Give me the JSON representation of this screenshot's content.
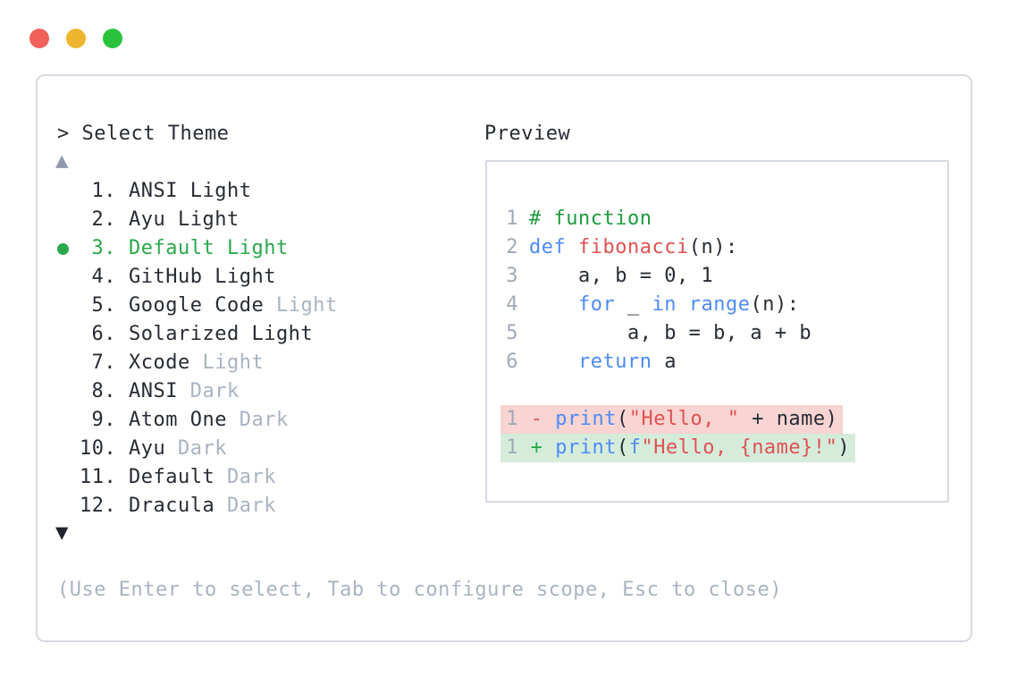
{
  "prompt": {
    "text": "> Select Theme"
  },
  "theme_list": {
    "scroll_up_icon": "▲",
    "scroll_down_icon": "▼",
    "items": [
      {
        "number": "1.",
        "label": "ANSI Light",
        "suffix": "",
        "selected": false
      },
      {
        "number": "2.",
        "label": "Ayu Light",
        "suffix": "",
        "selected": false
      },
      {
        "number": "3.",
        "label": "Default Light",
        "suffix": "",
        "selected": true
      },
      {
        "number": "4.",
        "label": "GitHub Light",
        "suffix": "",
        "selected": false
      },
      {
        "number": "5.",
        "label": "Google Code",
        "suffix": "Light",
        "selected": false
      },
      {
        "number": "6.",
        "label": "Solarized Light",
        "suffix": "",
        "selected": false
      },
      {
        "number": "7.",
        "label": "Xcode",
        "suffix": "Light",
        "selected": false
      },
      {
        "number": "8.",
        "label": "ANSI",
        "suffix": "Dark",
        "selected": false
      },
      {
        "number": "9.",
        "label": "Atom One",
        "suffix": "Dark",
        "selected": false
      },
      {
        "number": "10.",
        "label": "Ayu",
        "suffix": "Dark",
        "selected": false
      },
      {
        "number": "11.",
        "label": "Default",
        "suffix": "Dark",
        "selected": false
      },
      {
        "number": "12.",
        "label": "Dracula",
        "suffix": "Dark",
        "selected": false
      }
    ]
  },
  "preview": {
    "label": "Preview",
    "code_lines": [
      {
        "num": "1",
        "diff": null,
        "segments": [
          {
            "text": "# function",
            "color": "comment"
          }
        ]
      },
      {
        "num": "2",
        "diff": null,
        "segments": [
          {
            "text": "def",
            "color": "keyword"
          },
          {
            "text": " ",
            "color": "text"
          },
          {
            "text": "fibonacci",
            "color": "red"
          },
          {
            "text": "(n):",
            "color": "text"
          }
        ]
      },
      {
        "num": "3",
        "diff": null,
        "segments": [
          {
            "text": "    a, b = 0, 1",
            "color": "text"
          }
        ]
      },
      {
        "num": "4",
        "diff": null,
        "segments": [
          {
            "text": "    ",
            "color": "text"
          },
          {
            "text": "for",
            "color": "keyword"
          },
          {
            "text": " _ ",
            "color": "text"
          },
          {
            "text": "in",
            "color": "keyword"
          },
          {
            "text": " ",
            "color": "text"
          },
          {
            "text": "range",
            "color": "keyword"
          },
          {
            "text": "(n):",
            "color": "text"
          }
        ]
      },
      {
        "num": "5",
        "diff": null,
        "segments": [
          {
            "text": "        a, b = b, a + b",
            "color": "text"
          }
        ]
      },
      {
        "num": "6",
        "diff": null,
        "segments": [
          {
            "text": "    ",
            "color": "text"
          },
          {
            "text": "return",
            "color": "keyword"
          },
          {
            "text": " a",
            "color": "text"
          }
        ]
      },
      {
        "num": "",
        "diff": null,
        "segments": []
      },
      {
        "num": "1",
        "diff": "removed",
        "segments": [
          {
            "text": " - ",
            "color": "red"
          },
          {
            "text": "print",
            "color": "keyword"
          },
          {
            "text": "(",
            "color": "text"
          },
          {
            "text": "\"Hello, \"",
            "color": "red"
          },
          {
            "text": " + name)",
            "color": "text"
          }
        ]
      },
      {
        "num": "1",
        "diff": "added",
        "segments": [
          {
            "text": " + ",
            "color": "green"
          },
          {
            "text": "print",
            "color": "keyword"
          },
          {
            "text": "(",
            "color": "text"
          },
          {
            "text": "f",
            "color": "keyword"
          },
          {
            "text": "\"Hello, {name}!\"",
            "color": "red"
          },
          {
            "text": ")",
            "color": "text"
          }
        ]
      }
    ]
  },
  "footer": {
    "hint": "(Use Enter to select, Tab to configure scope, Esc to close)"
  },
  "colors": {
    "text": "#272c34",
    "muted": "#a9b3c3",
    "line-number": "#a0a9b8",
    "select-green": "#2aa84b",
    "comment-green": "#1e9a3f",
    "keyword-blue": "#4f8bf7",
    "token-red": "#e05252",
    "diff-removed-bg": "#f8d4d2",
    "diff-added-bg": "#d5ecdb",
    "panel-border": "#d6dae2",
    "scroll-up": "#8e99ac",
    "scroll-down": "#21252c",
    "traffic-red": "#f2605a",
    "traffic-yellow": "#f0b52f",
    "traffic-green": "#2bc33e"
  }
}
